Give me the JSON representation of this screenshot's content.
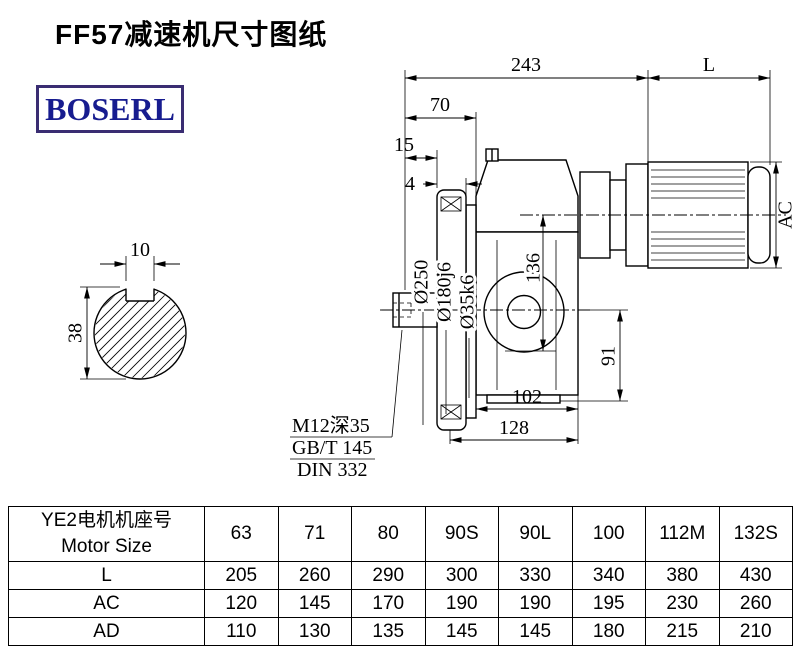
{
  "page": {
    "title": "FF57减速机尺寸图纸"
  },
  "logo": {
    "text": "BOSERL",
    "border_color": "#3a2d72",
    "text_color": "#171c8f"
  },
  "drawing": {
    "dims": {
      "top_width": "243",
      "motor_length": "L",
      "d70": "70",
      "d15": "15",
      "d4": "4",
      "key_width": "10",
      "shaft_height": "38",
      "flange_od": "Ø250",
      "spigot_dia": "Ø180j6",
      "shaft_dia": "Ø35k6",
      "d136": "136",
      "d91": "91",
      "d102": "102",
      "d128": "128",
      "motor_height": "AC"
    },
    "notes": [
      "M12深35",
      "GB/T 145",
      "DIN 332"
    ]
  },
  "table": {
    "header_line1": "YE2电机机座号",
    "header_line2": "Motor Size",
    "sizes": [
      "63",
      "71",
      "80",
      "90S",
      "90L",
      "100",
      "112M",
      "132S"
    ],
    "rows": [
      {
        "label": "L",
        "values": [
          "205",
          "260",
          "290",
          "300",
          "330",
          "340",
          "380",
          "430"
        ]
      },
      {
        "label": "AC",
        "values": [
          "120",
          "145",
          "170",
          "190",
          "190",
          "195",
          "230",
          "260"
        ]
      },
      {
        "label": "AD",
        "values": [
          "110",
          "130",
          "135",
          "145",
          "145",
          "180",
          "215",
          "210"
        ]
      }
    ]
  }
}
